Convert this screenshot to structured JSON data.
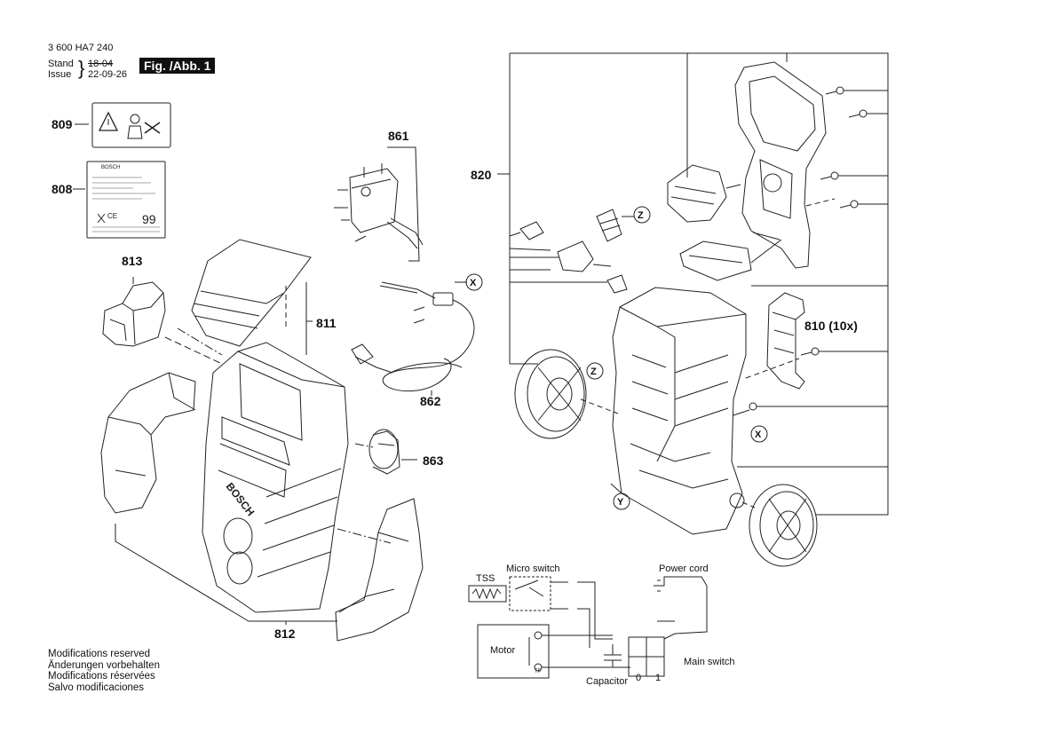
{
  "header": {
    "doc_number": "3 600 HA7 240",
    "stand_label": "Stand",
    "stand_date": "18-04",
    "issue_label": "Issue",
    "issue_date": "22-09-26",
    "figure_label": "Fig. /Abb. 1"
  },
  "parts": {
    "p809": "809",
    "p808": "808",
    "p813": "813",
    "p811": "811",
    "p812": "812",
    "p861": "861",
    "p862": "862",
    "p863": "863",
    "p820": "820",
    "p810": "810 (10x)"
  },
  "callouts": {
    "x": "X",
    "y": "Y",
    "z": "Z"
  },
  "labels": {
    "brand": "BOSCH",
    "label_brand": "BOSCH",
    "marks": "CE",
    "ip_rating": "99"
  },
  "wiring": {
    "tss": "TSS",
    "micro_switch": "Micro switch",
    "power_cord": "Power cord",
    "motor": "Motor",
    "capacitor": "Capacitor",
    "main_switch": "Main switch",
    "pos_off": "0",
    "pos_on": "1",
    "tp": "TP"
  },
  "footer": [
    "Modifications reserved",
    "Änderungen vorbehalten",
    "Modifications réservées",
    "Salvo modificaciones"
  ]
}
